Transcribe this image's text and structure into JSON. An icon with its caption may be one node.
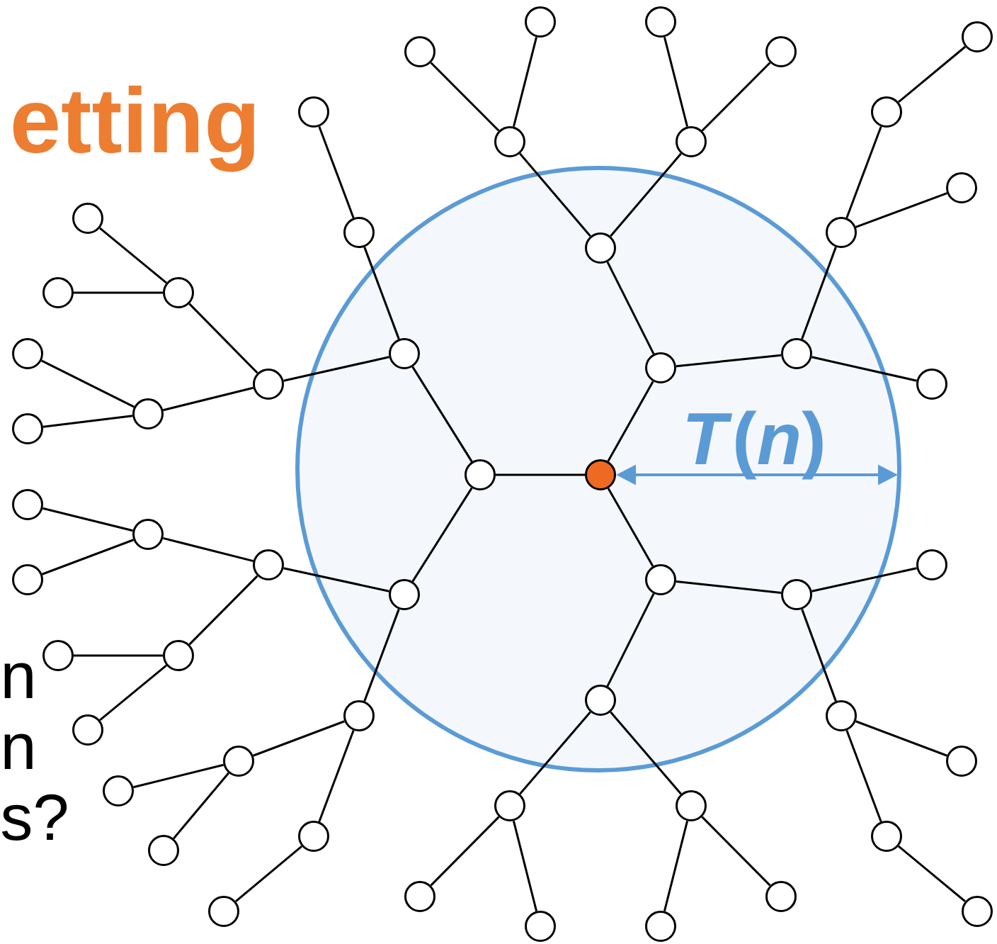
{
  "diagram": {
    "title": "etting",
    "nodes": [
      {
        "text": [],
        "shape": "circle"
      },
      {
        "text": [],
        "shape": "circle"
      },
      {
        "text": [],
        "shape": "circle"
      },
      {
        "text": [],
        "shape": "circle"
      },
      {
        "text": [],
        "shape": "circle"
      },
      {
        "text": [],
        "shape": "circle"
      },
      {
        "text": [],
        "shape": "circle"
      },
      {
        "text": [],
        "shape": "circle"
      },
      {
        "text": [],
        "shape": "circle"
      },
      {
        "text": [],
        "shape": "circle"
      },
      {
        "text": [],
        "shape": "circle"
      },
      {
        "text": [],
        "shape": "circle"
      },
      {
        "text": [],
        "shape": "circle"
      },
      {
        "text": [],
        "shape": "circle"
      },
      {
        "text": [],
        "shape": "circle"
      },
      {
        "text": [],
        "shape": "circle"
      },
      {
        "text": [],
        "shape": "circle"
      },
      {
        "text": [],
        "shape": "circle"
      },
      {
        "text": [],
        "shape": "circle"
      },
      {
        "text": [],
        "shape": "circle"
      },
      {
        "text": [],
        "shape": "circle"
      },
      {
        "text": [],
        "shape": "circle"
      },
      {
        "text": [],
        "shape": "circle"
      },
      {
        "text": [],
        "shape": "circle"
      },
      {
        "text": [],
        "shape": "circle"
      },
      {
        "text": [],
        "shape": "circle"
      },
      {
        "text": [],
        "shape": "circle"
      },
      {
        "text": [],
        "shape": "circle"
      },
      {
        "text": [],
        "shape": "circle"
      },
      {
        "text": [],
        "shape": "circle"
      },
      {
        "text": [],
        "shape": "circle"
      },
      {
        "text": [],
        "shape": "circle"
      },
      {
        "text": [],
        "shape": "circle"
      },
      {
        "text": [],
        "shape": "circle"
      },
      {
        "text": [],
        "shape": "circle"
      },
      {
        "text": [],
        "shape": "circle"
      },
      {
        "text": [],
        "shape": "circle"
      },
      {
        "text": [],
        "shape": "circle"
      },
      {
        "text": [],
        "shape": "circle"
      },
      {
        "text": [],
        "shape": "circle"
      },
      {
        "text": [],
        "shape": "circle"
      },
      {
        "text": [],
        "shape": "circle"
      },
      {
        "text": [],
        "shape": "circle"
      },
      {
        "text": [],
        "shape": "circle"
      },
      {
        "text": [],
        "shape": "circle"
      },
      {
        "text": [],
        "shape": "circle"
      },
      {
        "text": [],
        "shape": "circle"
      },
      {
        "text": [],
        "shape": "circle"
      },
      {
        "text": [],
        "shape": "circle"
      },
      {
        "text": [],
        "shape": "circle"
      },
      {
        "text": [],
        "shape": "circle"
      },
      {
        "text": [],
        "shape": "circle"
      },
      {
        "text": [],
        "shape": "circle"
      },
      {
        "text": [],
        "shape": "circle"
      }
    ],
    "edges": [
      {
        "from": 32,
        "to": 26,
        "arrow": "none"
      },
      {
        "from": 32,
        "to": 35,
        "arrow": "none"
      },
      {
        "from": 32,
        "to": 36,
        "arrow": "none"
      },
      {
        "from": 26,
        "to": 22,
        "arrow": "none"
      },
      {
        "from": 26,
        "to": 23,
        "arrow": "none"
      },
      {
        "from": 22,
        "to": 20,
        "arrow": "none"
      },
      {
        "from": 22,
        "to": 16,
        "arrow": "none"
      },
      {
        "from": 20,
        "to": 18,
        "arrow": "none"
      },
      {
        "from": 16,
        "to": 12,
        "arrow": "none"
      },
      {
        "from": 16,
        "to": 9,
        "arrow": "none"
      },
      {
        "from": 12,
        "to": 6,
        "arrow": "none"
      },
      {
        "from": 12,
        "to": 4,
        "arrow": "none"
      },
      {
        "from": 9,
        "to": 0,
        "arrow": "none"
      },
      {
        "from": 9,
        "to": 1,
        "arrow": "none"
      },
      {
        "from": 23,
        "to": 17,
        "arrow": "none"
      },
      {
        "from": 23,
        "to": 21,
        "arrow": "none"
      },
      {
        "from": 17,
        "to": 10,
        "arrow": "none"
      },
      {
        "from": 17,
        "to": 13,
        "arrow": "none"
      },
      {
        "from": 10,
        "to": 2,
        "arrow": "none"
      },
      {
        "from": 10,
        "to": 3,
        "arrow": "none"
      },
      {
        "from": 13,
        "to": 5,
        "arrow": "none"
      },
      {
        "from": 13,
        "to": 7,
        "arrow": "none"
      },
      {
        "from": 21,
        "to": 15,
        "arrow": "none"
      },
      {
        "from": 21,
        "to": 19,
        "arrow": "none"
      },
      {
        "from": 15,
        "to": 8,
        "arrow": "none"
      },
      {
        "from": 15,
        "to": 11,
        "arrow": "none"
      },
      {
        "from": 19,
        "to": 14,
        "arrow": "none"
      },
      {
        "from": 35,
        "to": 31,
        "arrow": "none"
      },
      {
        "from": 35,
        "to": 42,
        "arrow": "none"
      },
      {
        "from": 31,
        "to": 27,
        "arrow": "none"
      },
      {
        "from": 31,
        "to": 38,
        "arrow": "none"
      },
      {
        "from": 27,
        "to": 24,
        "arrow": "none"
      },
      {
        "from": 27,
        "to": 29,
        "arrow": "none"
      },
      {
        "from": 38,
        "to": 34,
        "arrow": "none"
      },
      {
        "from": 38,
        "to": 40,
        "arrow": "none"
      },
      {
        "from": 42,
        "to": 44,
        "arrow": "none"
      },
      {
        "from": 42,
        "to": 48,
        "arrow": "none"
      },
      {
        "from": 44,
        "to": 46,
        "arrow": "none"
      },
      {
        "from": 44,
        "to": 50,
        "arrow": "none"
      },
      {
        "from": 46,
        "to": 52,
        "arrow": "none"
      },
      {
        "from": 36,
        "to": 33,
        "arrow": "none"
      },
      {
        "from": 36,
        "to": 43,
        "arrow": "none"
      },
      {
        "from": 33,
        "to": 28,
        "arrow": "none"
      },
      {
        "from": 33,
        "to": 39,
        "arrow": "none"
      },
      {
        "from": 28,
        "to": 25,
        "arrow": "none"
      },
      {
        "from": 28,
        "to": 30,
        "arrow": "none"
      },
      {
        "from": 39,
        "to": 37,
        "arrow": "none"
      },
      {
        "from": 39,
        "to": 41,
        "arrow": "none"
      },
      {
        "from": 43,
        "to": 49,
        "arrow": "none"
      },
      {
        "from": 43,
        "to": 45,
        "arrow": "none"
      },
      {
        "from": 45,
        "to": 51,
        "arrow": "none"
      },
      {
        "from": 45,
        "to": 47,
        "arrow": "none"
      },
      {
        "from": 47,
        "to": 53,
        "arrow": "none"
      }
    ],
    "labels": [
      "*T*(*n*)",
      "n",
      "n",
      "s?"
    ]
  }
}
